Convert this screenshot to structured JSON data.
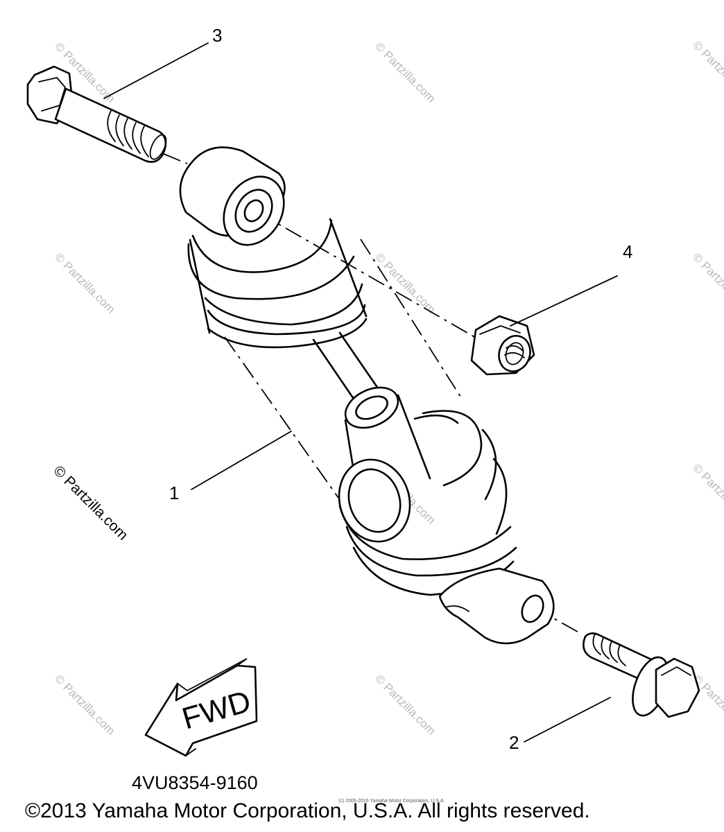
{
  "diagram": {
    "callouts": {
      "c1": "1",
      "c2": "2",
      "c3": "3",
      "c4": "4"
    },
    "fwd_label": "FWD",
    "part_code": "4VU8354-9160",
    "copyright": "©2013 Yamaha Motor Corporation, U.S.A. All rights reserved.",
    "tiny_copyright": "(c) 2005-2016 Yamaha Motor Corporation, U.S.A.",
    "watermark_main": "© Partzilla.com",
    "watermark_faint": "© Partzilla.com"
  }
}
